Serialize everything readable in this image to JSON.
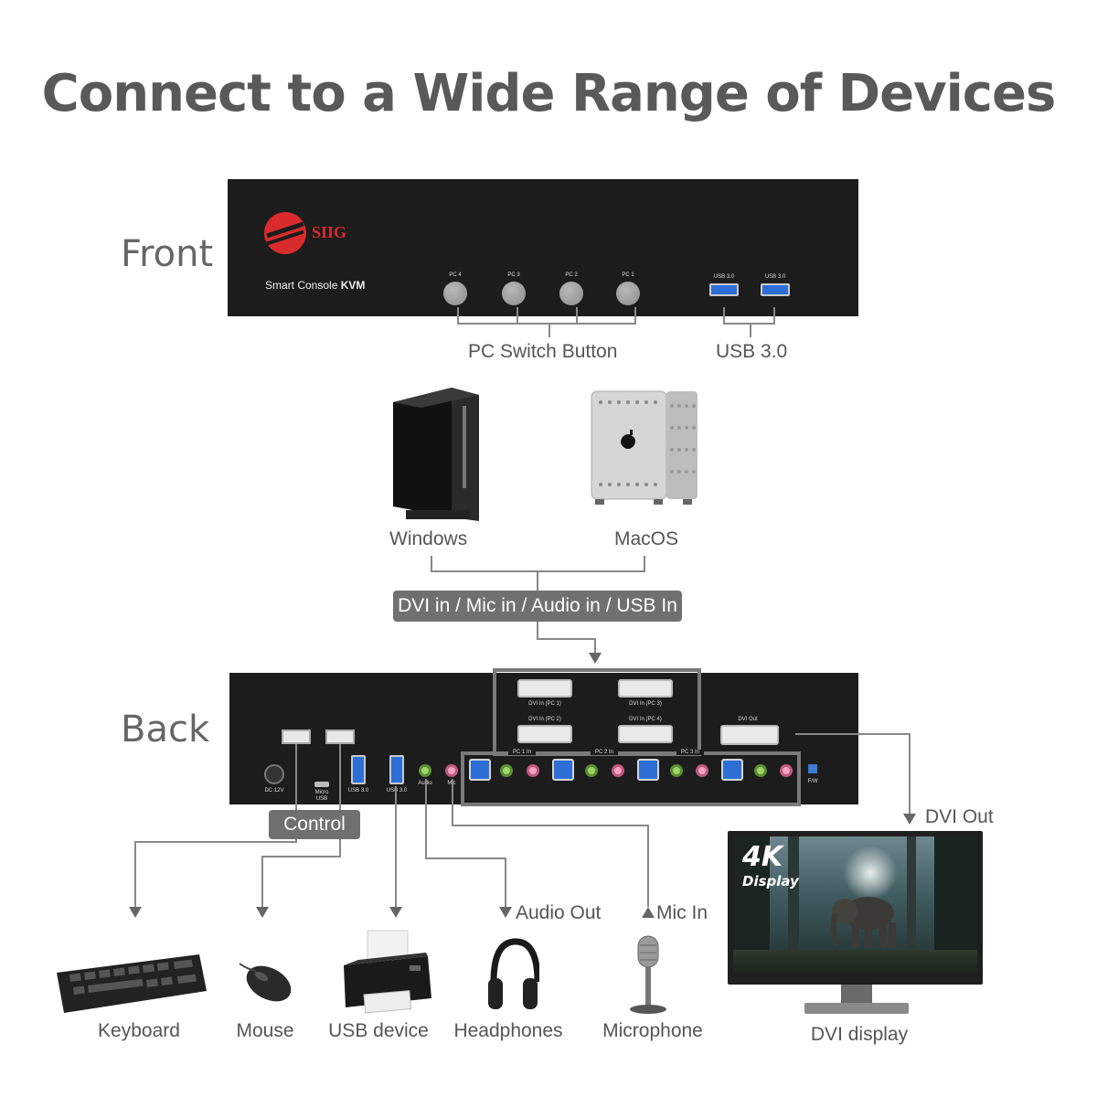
{
  "title": "Connect to a Wide Range of Devices",
  "front": {
    "label": "Front",
    "brand": "SIIG",
    "product_prefix": "Smart Console ",
    "product_bold": "KVM",
    "pc_buttons": [
      "PC 4",
      "PC 3",
      "PC 2",
      "PC 1"
    ],
    "usb_ports": [
      "USB 3.0",
      "USB 3.0"
    ],
    "callout_pc": "PC Switch Button",
    "callout_usb": "USB 3.0"
  },
  "computers": {
    "windows": "Windows",
    "macos": "MacOS",
    "input_pill": "DVI in / Mic in / Audio in / USB In"
  },
  "back": {
    "label": "Back",
    "dc": "DC 12V",
    "micro_usb": "Micro USB",
    "usb_left": "USB 3.0",
    "usb_right": "USB 3.0",
    "audio": "Audio",
    "mic": "Mic",
    "dvi_in": [
      "DVI In (PC 1)",
      "DVI In (PC 3)",
      "DVI In (PC 2)",
      "DVI In (PC 4)"
    ],
    "dvi_out": "DVI Out",
    "pc_in": [
      "PC 1 In",
      "PC 2 In",
      "PC 3 In"
    ],
    "fw": "F/W",
    "control_pill": "Control",
    "dvi_out_callout": "DVI Out"
  },
  "devices": {
    "keyboard": "Keyboard",
    "mouse": "Mouse",
    "usb_device": "USB device",
    "headphones": "Headphones",
    "microphone": "Microphone",
    "dvi_display": "DVI display",
    "audio_out": "Audio Out",
    "mic_in": "Mic In",
    "display_badge_big": "4K",
    "display_badge_small": "Display"
  }
}
